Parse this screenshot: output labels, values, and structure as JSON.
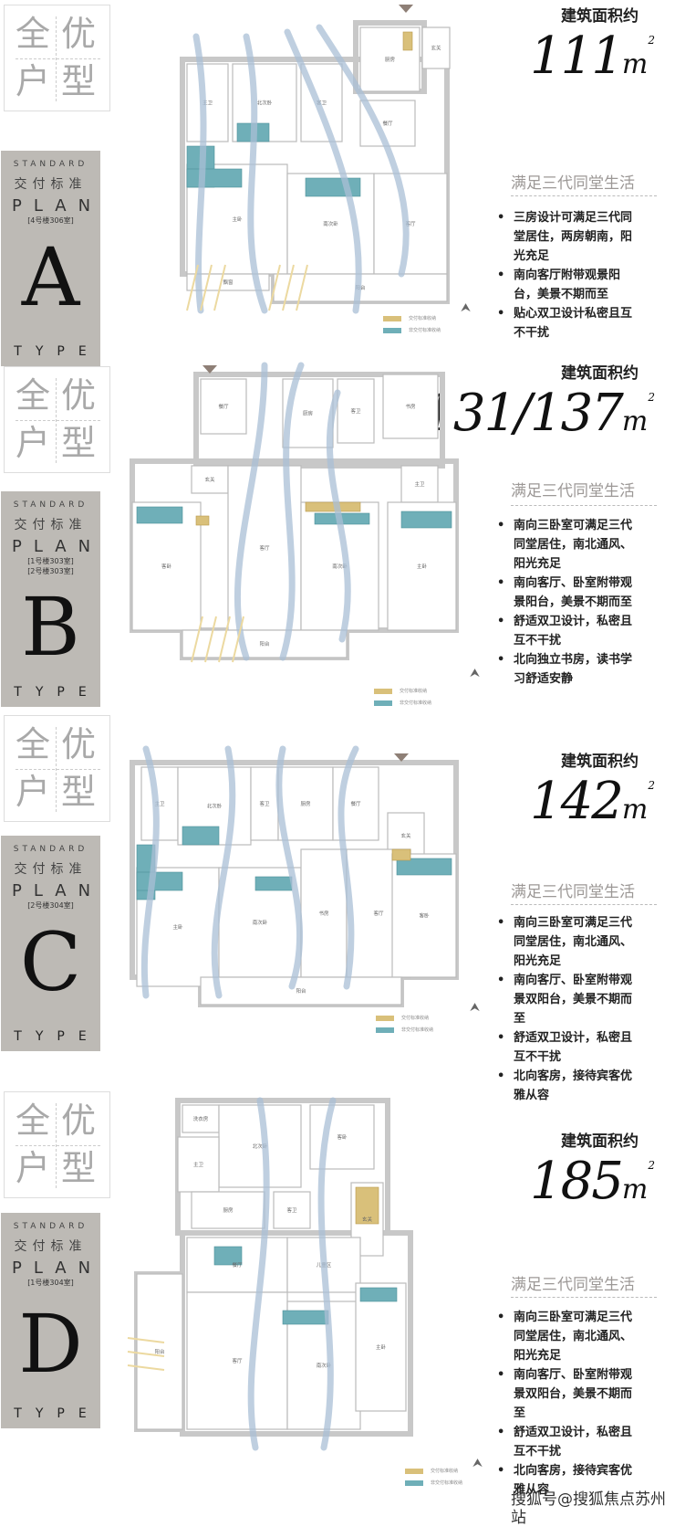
{
  "colors": {
    "panel": "#bdbab5",
    "teal": "#6fafb8",
    "gold": "#d9c07a",
    "wall": "#c8c8c8",
    "flow": "#a9bfd6",
    "sun": "#ecd9a0"
  },
  "badge": {
    "c1": "全",
    "c2": "优",
    "c3": "户",
    "c4": "型"
  },
  "common": {
    "standard": "STANDARD",
    "cn": "交付标准",
    "plan": "PLAN",
    "type": "TYPE",
    "area_label": "建筑面积约",
    "unit": "m",
    "heading": "满足三代同堂生活"
  },
  "legend": {
    "delivered": "交付标准收纳",
    "not_delivered": "非交付标准收纳"
  },
  "plans": [
    {
      "letter": "A",
      "rooms_ref": [
        "[4号楼306室]"
      ],
      "area": "111",
      "bullets": [
        "三房设计可满足三代同堂居住，两房朝南，阳光充足",
        "南向客厅附带观景阳台，美景不期而至",
        "贴心双卫设计私密且互不干扰"
      ],
      "room_labels": [
        "主卫",
        "北次卧",
        "客卫",
        "厨房",
        "玄关",
        "餐厅",
        "主卧",
        "南次卧",
        "客厅",
        "阳台",
        "飘窗"
      ]
    },
    {
      "letter": "B",
      "rooms_ref": [
        "[1号楼303室]",
        "[2号楼303室]"
      ],
      "area": "131/137",
      "bullets": [
        "南向三卧室可满足三代同堂居住，南北通风、阳光充足",
        "南向客厅、卧室附带观景阳台，美景不期而至",
        "舒适双卫设计，私密且互不干扰",
        "北向独立书房，读书学习舒适安静"
      ],
      "room_labels": [
        "餐厅",
        "厨房",
        "客卫",
        "书房",
        "玄关",
        "客厅",
        "主卫",
        "客卧",
        "南次卧",
        "主卧",
        "阳台"
      ]
    },
    {
      "letter": "C",
      "rooms_ref": [
        "[2号楼304室]"
      ],
      "area": "142",
      "bullets": [
        "南向三卧室可满足三代同堂居住，南北通风、阳光充足",
        "南向客厅、卧室附带观景双阳台，美景不期而至",
        "舒适双卫设计，私密且互不干扰",
        "北向客房，接待宾客优雅从容"
      ],
      "room_labels": [
        "主卫",
        "北次卧",
        "客卫",
        "厨房",
        "餐厅",
        "玄关",
        "主卧",
        "南次卧",
        "书房",
        "客厅",
        "客卧",
        "阳台"
      ]
    },
    {
      "letter": "D",
      "rooms_ref": [
        "[1号楼304室]"
      ],
      "area": "185",
      "bullets": [
        "南向三卧室可满足三代同堂居住，南北通风、阳光充足",
        "南向客厅、卧室附带观景双阳台，美景不期而至",
        "舒适双卫设计，私密且互不干扰",
        "北向客房，接待宾客优雅从容"
      ],
      "room_labels": [
        "洗衣房",
        "北次卧",
        "客卧",
        "主卫",
        "厨房",
        "客卫",
        "玄关",
        "餐厅",
        "儿童区",
        "客厅",
        "南次卧",
        "主卧",
        "阳台"
      ]
    }
  ],
  "watermark": "搜狐号@搜狐焦点苏州站"
}
